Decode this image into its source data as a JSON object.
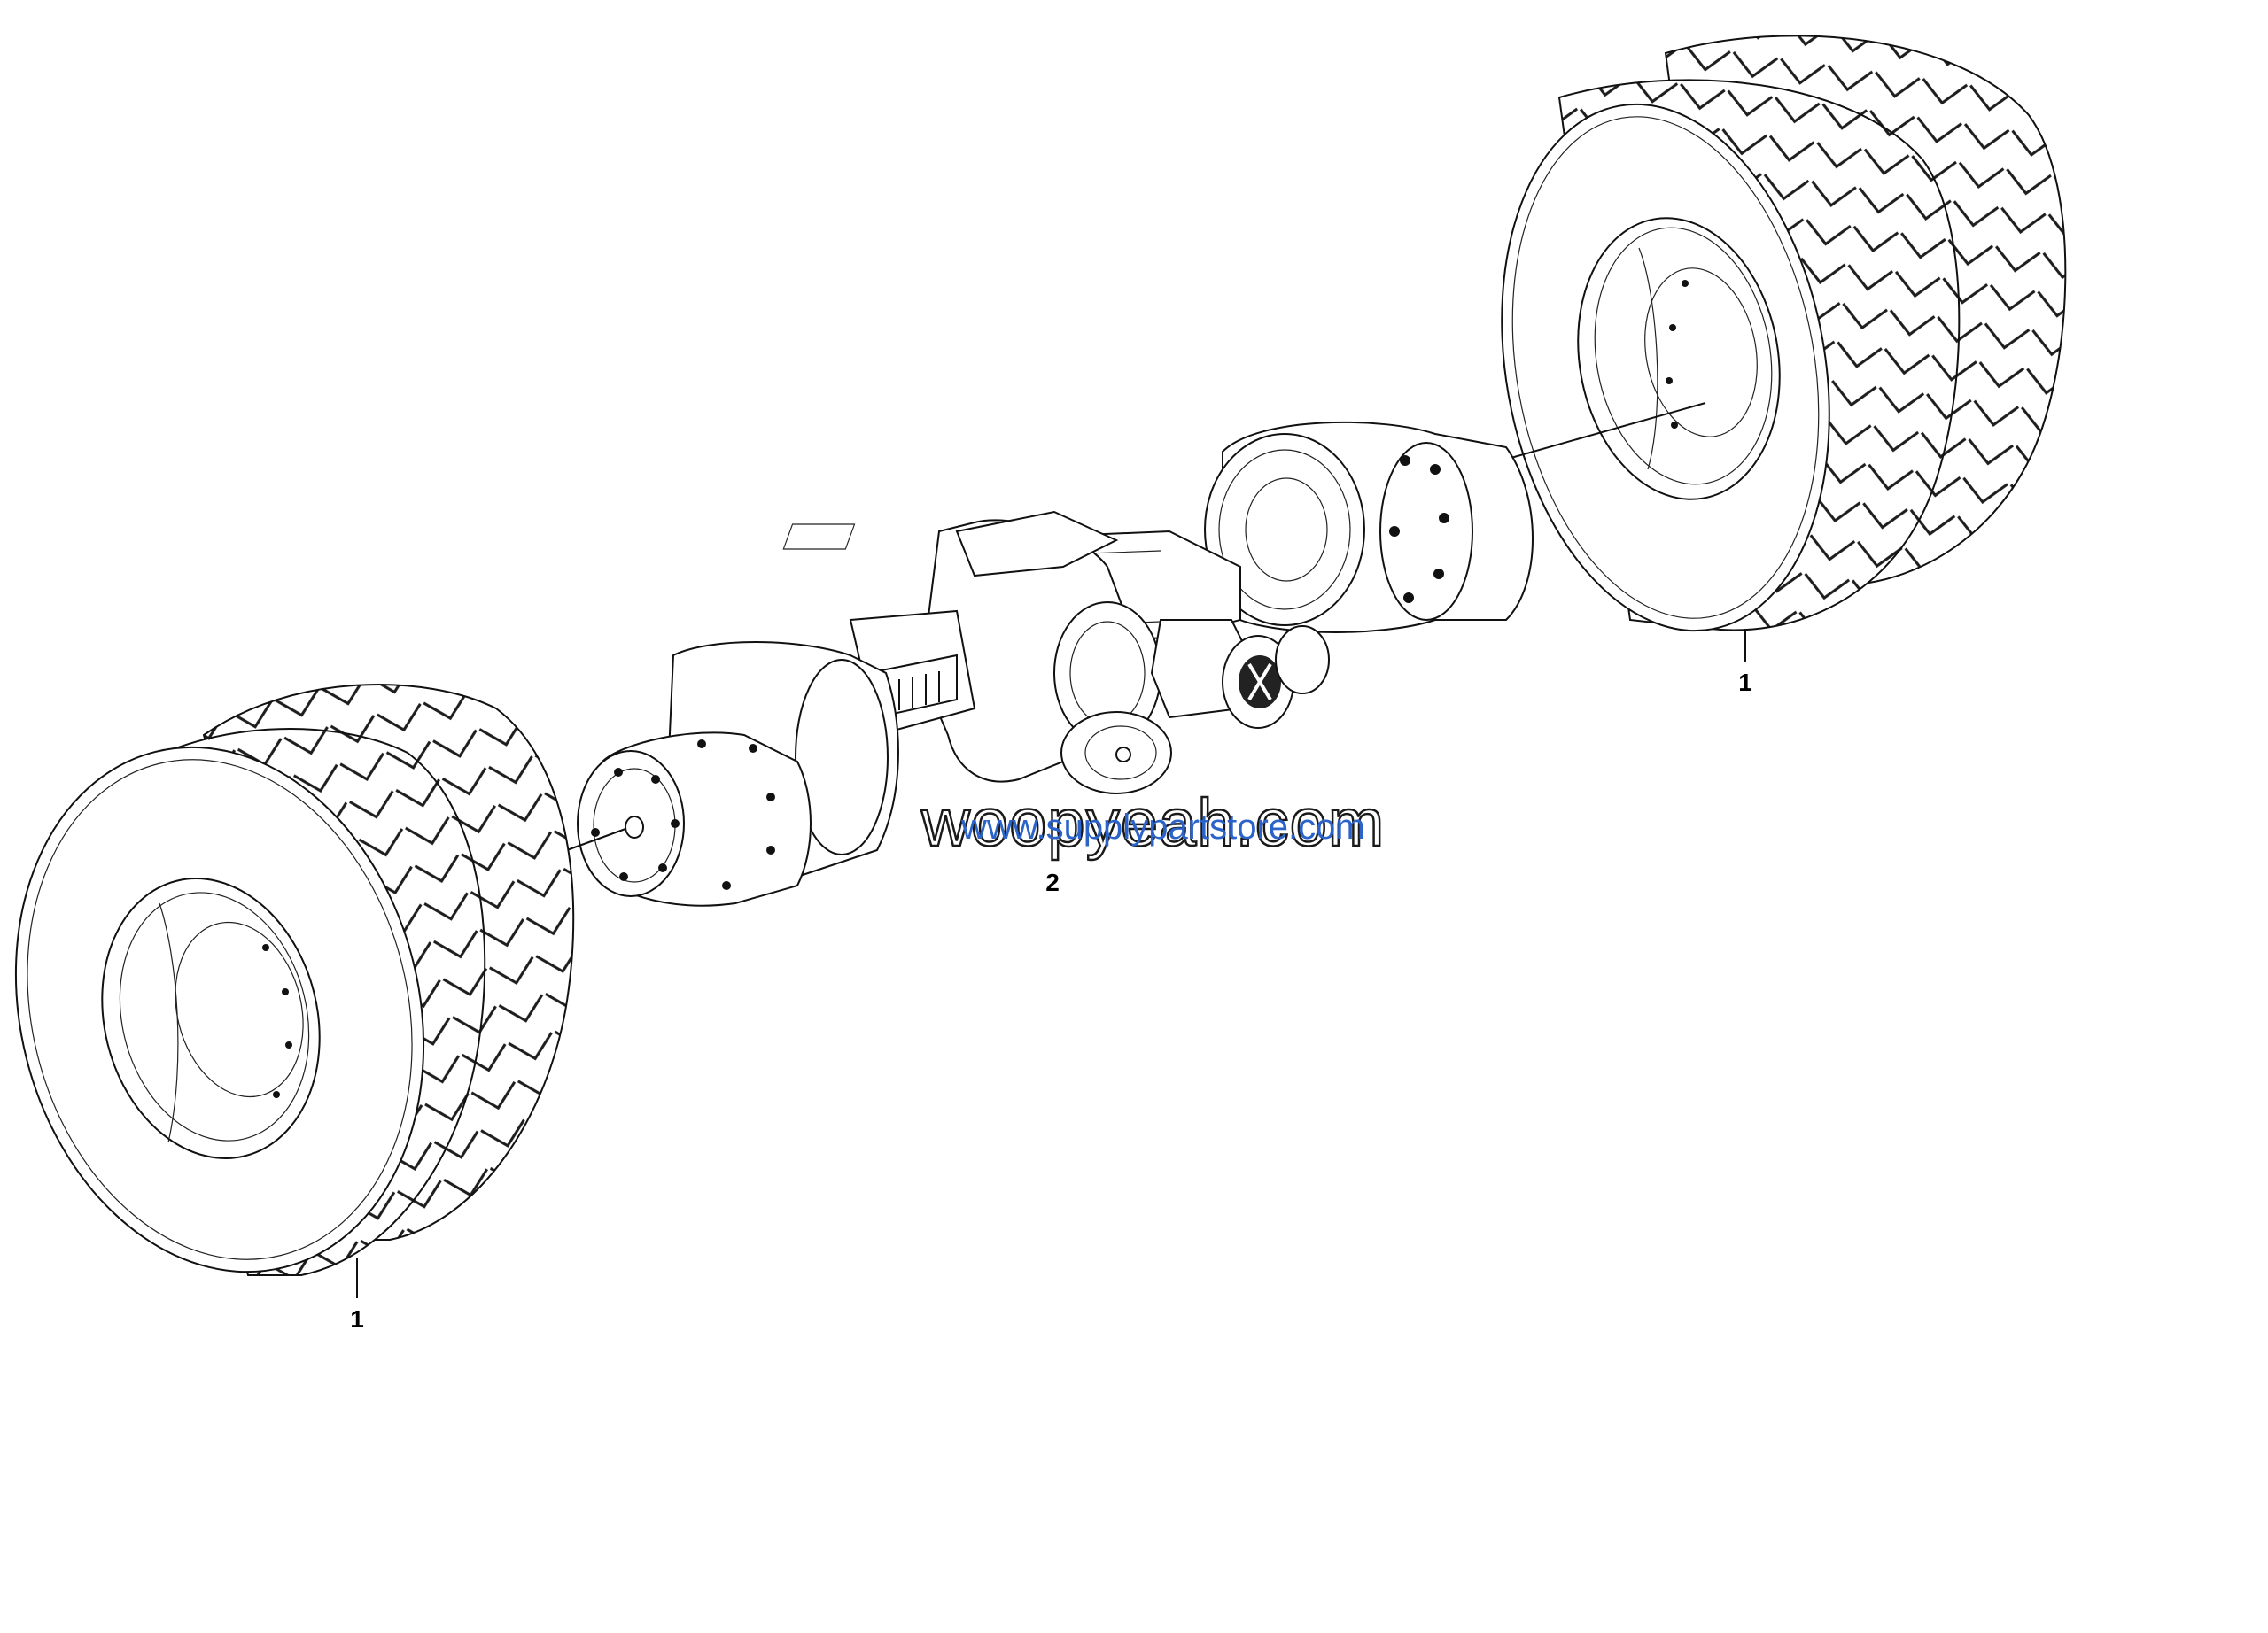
{
  "callouts": [
    {
      "id": "tyre-right",
      "label": "1"
    },
    {
      "id": "axle",
      "label": "2"
    },
    {
      "id": "tyre-left",
      "label": "1"
    }
  ],
  "watermarks": {
    "primary": "woopyeah.com",
    "secondary": "www.supplypartstore.com"
  },
  "colors": {
    "line": "#111111",
    "background": "#ffffff",
    "watermark_secondary": "#2b63c9"
  }
}
